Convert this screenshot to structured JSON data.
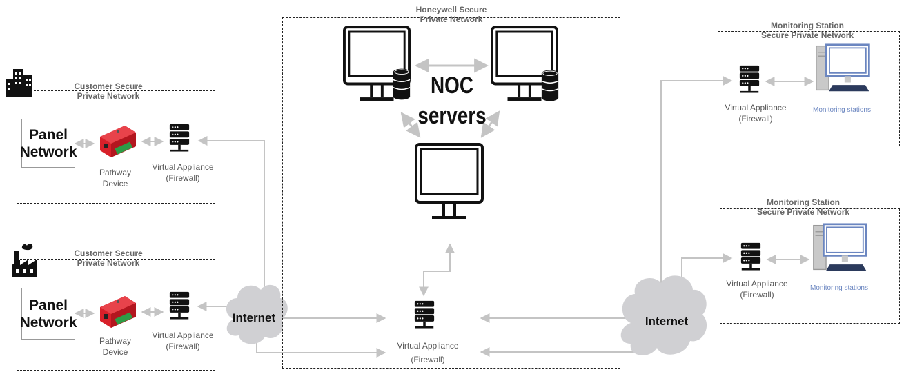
{
  "honeywell": {
    "title_line1": "Honeywell Secure",
    "title_line2": "Private Network",
    "noc_line1": "NOC",
    "noc_line2": "servers"
  },
  "customer_top": {
    "title_line1": "Customer Secure",
    "title_line2": "Private Network",
    "panel_line1": "Panel",
    "panel_line2": "Network",
    "pathway_line1": "Pathway",
    "pathway_line2": "Device",
    "va_line1": "Virtual Appliance",
    "va_line2": "(Firewall)"
  },
  "customer_bottom": {
    "title_line1": "Customer Secure",
    "title_line2": "Private Network",
    "panel_line1": "Panel",
    "panel_line2": "Network",
    "pathway_line1": "Pathway",
    "pathway_line2": "Device",
    "va_line1": "Virtual Appliance",
    "va_line2": "(Firewall)"
  },
  "central_va": {
    "line1": "Virtual Appliance",
    "line2": "(Firewall)"
  },
  "internet": {
    "left": "Internet",
    "right": "Internet"
  },
  "monitoring_top": {
    "title_line1": "Monitoring Station",
    "title_line2": "Secure Private Network",
    "va_line1": "Virtual Appliance",
    "va_line2": "(Firewall)",
    "stations_label": "Monitoring stations"
  },
  "monitoring_bottom": {
    "title_line1": "Monitoring Station",
    "title_line2": "Secure Private Network",
    "va_line1": "Virtual Appliance",
    "va_line2": "(Firewall)",
    "stations_label": "Monitoring stations"
  },
  "colors": {
    "arrow": "#c4c4c4",
    "cloud": "#d0d0d3",
    "pathway_red": "#d8202a",
    "border": "#222222",
    "station_blue": "#6b86c0"
  }
}
